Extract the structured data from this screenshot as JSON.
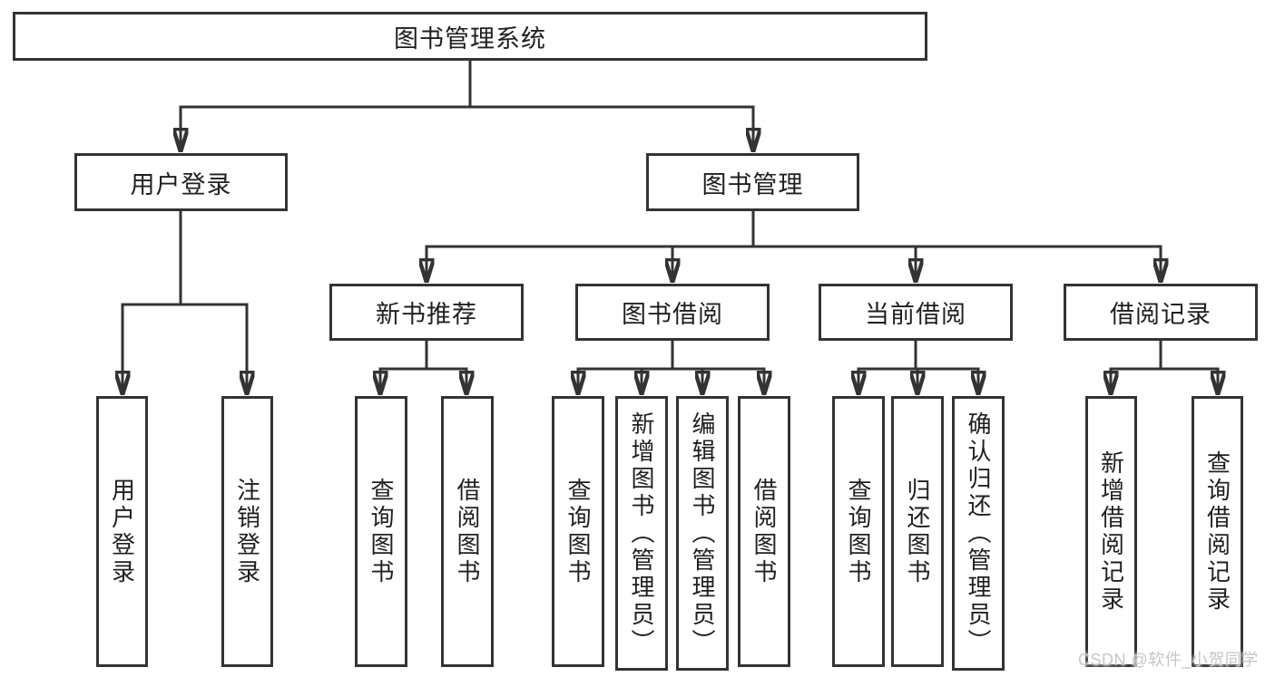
{
  "title": "图书管理系统",
  "watermark": "CSDN @软件_小贺同学",
  "colors": {
    "line": "#333333",
    "border": "#333333",
    "text": "#1f1f1f",
    "watermark": "#c6c6c6",
    "background": "#ffffff"
  },
  "branches": {
    "user_login": {
      "label": "用户登录",
      "children": [
        "用户登录",
        "注销登录"
      ]
    },
    "book_manage": {
      "label": "图书管理",
      "sections": [
        {
          "label": "新书推荐",
          "children": [
            "查询图书",
            "借阅图书"
          ]
        },
        {
          "label": "图书借阅",
          "children": [
            "查询图书",
            "新增图书（管理员）",
            "编辑图书（管理员）",
            "借阅图书"
          ]
        },
        {
          "label": "当前借阅",
          "children": [
            "查询图书",
            "归还图书",
            "确认归还（管理员）"
          ]
        },
        {
          "label": "借阅记录",
          "children": [
            "新增借阅记录",
            "查询借阅记录"
          ]
        }
      ]
    }
  }
}
